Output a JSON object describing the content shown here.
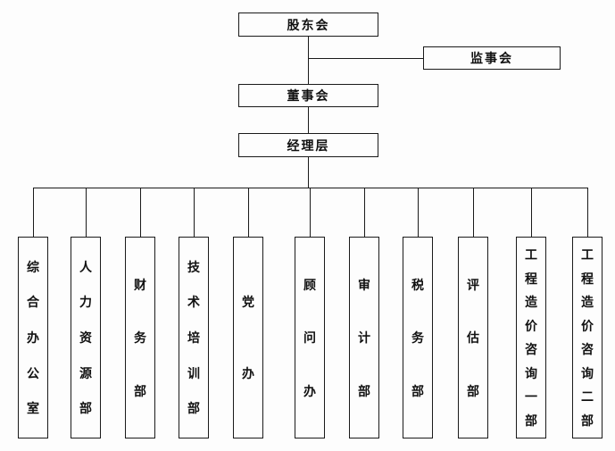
{
  "org_chart": {
    "nodes": {
      "shareholders": "股东会",
      "supervisory": "监事会",
      "board": "董事会",
      "management": "经理层"
    },
    "departments": [
      "综合办公室",
      "人力资源部",
      "财务部",
      "技术培训部",
      "党办",
      "顾问办",
      "审计部",
      "税务部",
      "评估部",
      "工程造价咨询一部",
      "工程造价咨询二部"
    ],
    "colors": {
      "line": "#1a1a1a",
      "border": "#1a1a1a",
      "background": "#fdfdfd"
    }
  }
}
